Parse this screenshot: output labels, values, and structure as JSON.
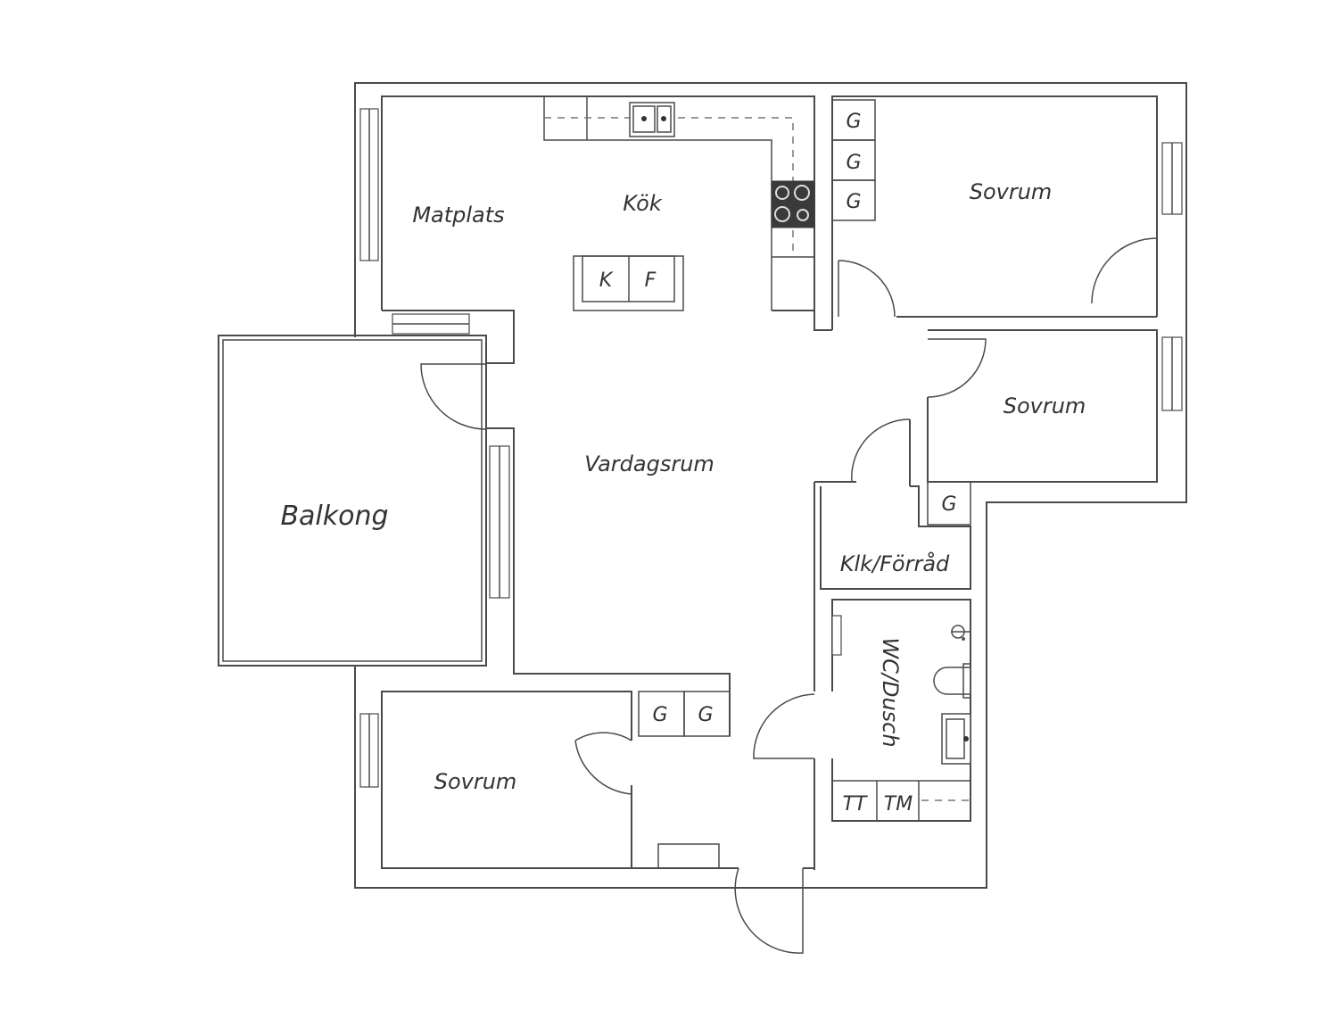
{
  "rooms": {
    "kok": "Kök",
    "matplats": "Matplats",
    "sovrum_ne": "Sovrum",
    "sovrum_e": "Sovrum",
    "sovrum_sw": "Sovrum",
    "vardagsrum": "Vardagsrum",
    "balkong": "Balkong",
    "klk_forrad": "Klk/Förråd",
    "wc_dusch": "WC/Dusch"
  },
  "fixtures": {
    "island_left": "K",
    "island_right": "F",
    "wardrobe_ne_1": "G",
    "wardrobe_ne_2": "G",
    "wardrobe_ne_3": "G",
    "wardrobe_e": "G",
    "wardrobe_sw_1": "G",
    "wardrobe_sw_2": "G",
    "laundry_left": "TT",
    "laundry_right": "TM"
  },
  "colors": {
    "wall": "#4a4a4a",
    "text": "#333333",
    "stove": "#3a3a3a"
  }
}
